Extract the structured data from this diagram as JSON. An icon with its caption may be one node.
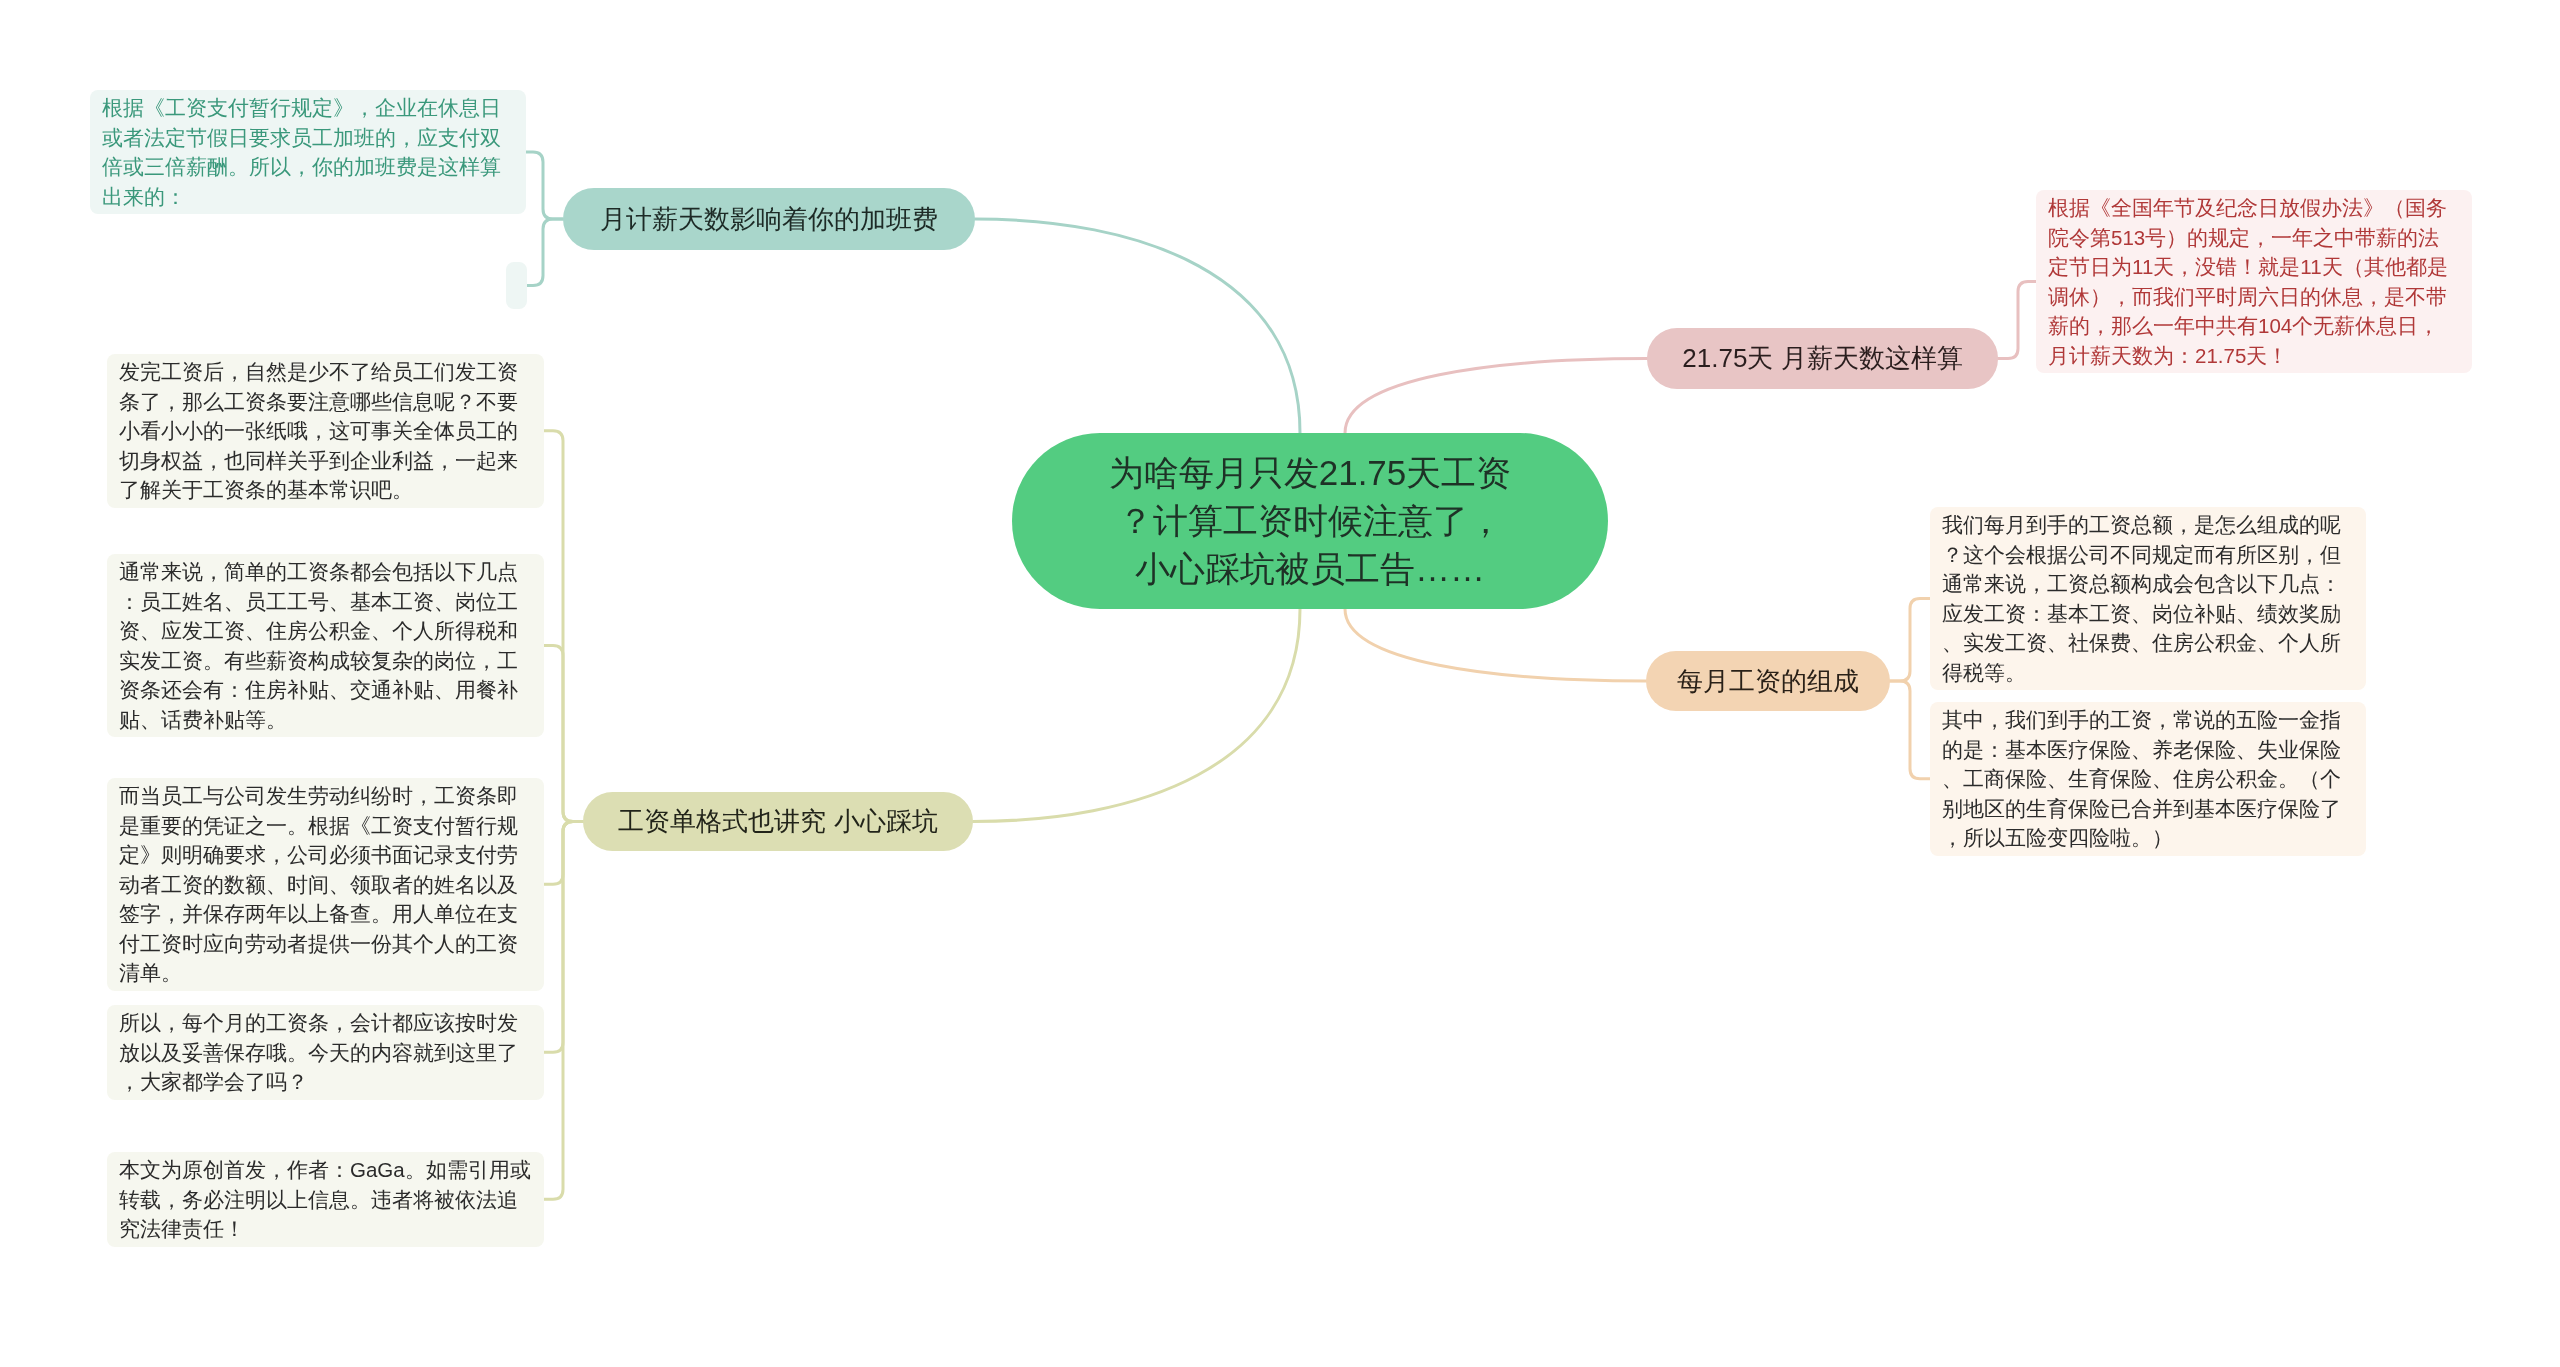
{
  "diagram": {
    "nodes": [
      {
        "text": [
          "为啥每月只发21.75天工资？计算工资时候注意了，小心踩坑被员工告……"
        ]
      },
      {
        "text": [
          "月计薪天数影响着你的加班费"
        ]
      },
      {
        "text": [
          "根据《工资支付暂行规定》，企业在休息日或者法定节假日要求员工加班的，应支付双倍或三倍薪酬。所以，你的加班费是这样算出来的："
        ]
      },
      {
        "text": [],
        "shape": "box"
      },
      {
        "text": [
          "21.75天 月薪天数这样算"
        ]
      },
      {
        "text": [
          "根据《全国年节及纪念日放假办法》（国务院令第513号）的规定，一年之中带薪的法定节日为11天，没错！就是11天（其他都是调休），而我们平时周六日的休息，是不带薪的，那么一年中共有104个无薪休息日，月计薪天数为：21.75天！"
        ]
      },
      {
        "text": [
          "每月工资的组成"
        ]
      },
      {
        "text": [
          "我们每月到手的工资总额，是怎么组成的呢？这个会根据公司不同规定而有所区别，但通常来说，工资总额构成会包含以下几点：应发工资：基本工资、岗位补贴、绩效奖励、实发工资、社保费、住房公积金、个人所得税等。"
        ]
      },
      {
        "text": [
          "其中，我们到手的工资，常说的五险一金指的是：基本医疗保险、养老保险、失业保险、工商保险、生育保险、住房公积金。（个别地区的生育保险已合并到基本医疗保险了，所以五险变四险啦。）"
        ]
      },
      {
        "text": [
          "工资单格式也讲究 小心踩坑"
        ]
      },
      {
        "text": [
          "发完工资后，自然是少不了给员工们发工资条了，那么工资条要注意哪些信息呢？不要小看小小的一张纸哦，这可事关全体员工的切身权益，也同样关乎到企业利益，一起来了解关于工资条的基本常识吧。"
        ]
      },
      {
        "text": [
          "通常来说，简单的工资条都会包括以下几点：员工姓名、员工工号、基本工资、岗位工资、应发工资、住房公积金、个人所得税和实发工资。有些薪资构成较复杂的岗位，工资条还会有：住房补贴、交通补贴、用餐补贴、话费补贴等。"
        ]
      },
      {
        "text": [
          "而当员工与公司发生劳动纠纷时，工资条即是重要的凭证之一。根据《工资支付暂行规定》则明确要求，公司必须书面记录支付劳动者工资的数额、时间、领取者的姓名以及签字，并保存两年以上备查。用人单位在支付工资时应向劳动者提供一份其个人的工资清单。"
        ]
      },
      {
        "text": [
          "所以，每个月的工资条，会计都应该按时发放以及妥善保存哦。今天的内容就到这里了，大家都学会了吗？"
        ]
      },
      {
        "text": [
          "本文为原创首发，作者：GaGa。如需引用或转载，务必注明以上信息。违者将被依法追究法律责任！"
        ]
      }
    ],
    "edges": [
      {
        "from": 0,
        "to": 1,
        "arrow": "none",
        "color": "#a6d3c7"
      },
      {
        "from": 0,
        "to": 4,
        "arrow": "none",
        "color": "#e8c0c0"
      },
      {
        "from": 0,
        "to": 6,
        "arrow": "none",
        "color": "#f1d1ad"
      },
      {
        "from": 0,
        "to": 9,
        "arrow": "none",
        "color": "#d9dcab"
      },
      {
        "from": 1,
        "to": 2,
        "arrow": "none",
        "color": "#a6d3c7"
      },
      {
        "from": 1,
        "to": 3,
        "arrow": "none",
        "color": "#a6d3c7"
      },
      {
        "from": 4,
        "to": 5,
        "arrow": "none",
        "color": "#e8c0c0"
      },
      {
        "from": 6,
        "to": 7,
        "arrow": "none",
        "color": "#f1d1ad"
      },
      {
        "from": 6,
        "to": 8,
        "arrow": "none",
        "color": "#f1d1ad"
      },
      {
        "from": 9,
        "to": 10,
        "arrow": "none",
        "color": "#d9dcab"
      },
      {
        "from": 9,
        "to": 11,
        "arrow": "none",
        "color": "#d9dcab"
      },
      {
        "from": 9,
        "to": 12,
        "arrow": "none",
        "color": "#d9dcab"
      },
      {
        "from": 9,
        "to": 13,
        "arrow": "none",
        "color": "#d9dcab"
      },
      {
        "from": 9,
        "to": 14,
        "arrow": "none",
        "color": "#d9dcab"
      }
    ]
  }
}
